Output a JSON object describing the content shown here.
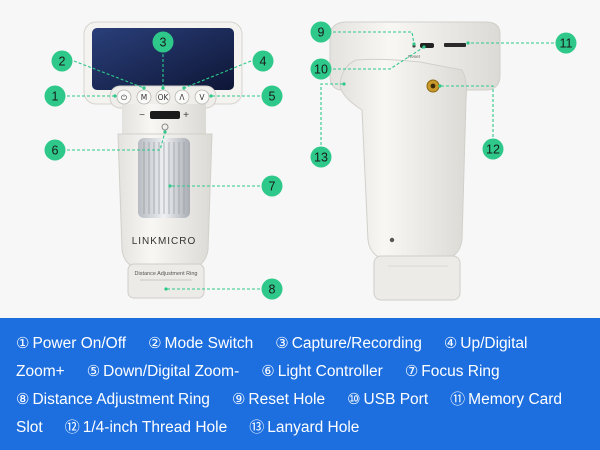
{
  "device": {
    "brand": "LINKMICRO",
    "ring_text": "Distance Adjustment Ring",
    "button_labels": [
      "⏻",
      "M",
      "OK",
      "Λ",
      "V"
    ],
    "slider_minus": "−",
    "slider_plus": "+",
    "reset_text": "Reset"
  },
  "callouts": [
    "1",
    "2",
    "3",
    "4",
    "5",
    "6",
    "7",
    "8",
    "9",
    "10",
    "11",
    "12",
    "13"
  ],
  "legend": {
    "rows": [
      [
        {
          "num": "①",
          "text": "Power On/Off"
        },
        {
          "num": "②",
          "text": "Mode Switch"
        },
        {
          "num": "③",
          "text": "Capture/Recording"
        },
        {
          "num": "④",
          "text": "Up/Digital"
        }
      ],
      [
        {
          "num": "",
          "text": "Zoom+"
        },
        {
          "num": "⑤",
          "text": "Down/Digital Zoom-"
        },
        {
          "num": "⑥",
          "text": "Light Controller"
        },
        {
          "num": "⑦",
          "text": "Focus Ring"
        }
      ],
      [
        {
          "num": "⑧",
          "text": "Distance Adjustment Ring"
        },
        {
          "num": "⑨",
          "text": "Reset Hole"
        },
        {
          "num": "⑩",
          "text": "USB Port"
        },
        {
          "num": "⑪",
          "text": "Memory Card"
        }
      ],
      [
        {
          "num": "",
          "text": "Slot"
        },
        {
          "num": "⑫",
          "text": "1/4-inch Thread Hole"
        },
        {
          "num": "⑬",
          "text": "Lanyard Hole"
        }
      ]
    ]
  },
  "colors": {
    "callout_green": "#2ec98a",
    "legend_blue": "#1d6fe0",
    "body_white": "#f3f2ef",
    "screen": "#1a2a5a"
  }
}
